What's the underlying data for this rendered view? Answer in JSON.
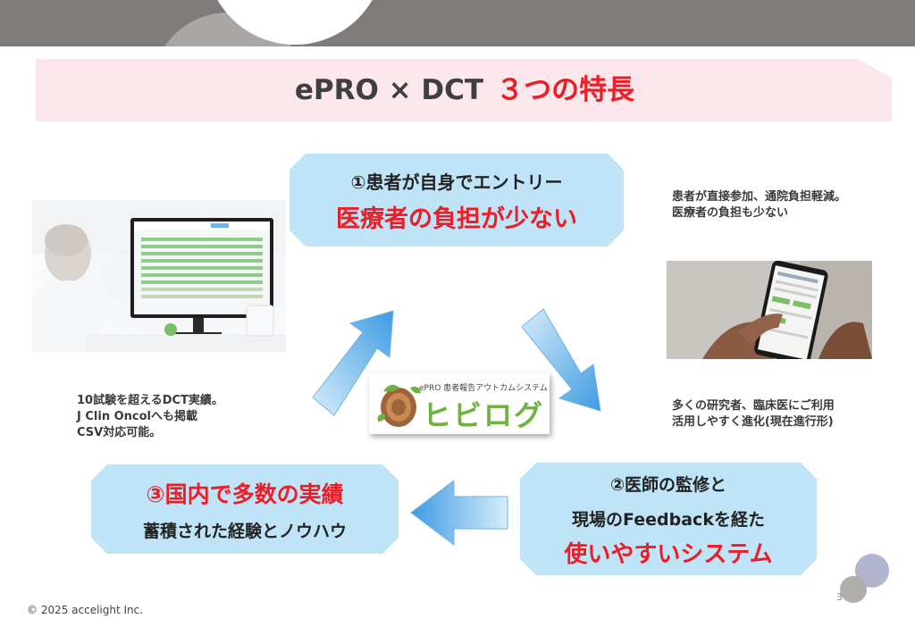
{
  "title": {
    "main": "ePRO × DCT",
    "accent": "３つの特長"
  },
  "feature1": {
    "line1": "①患者が自身でエントリー",
    "line2": "医療者の負担が少ない"
  },
  "feature2": {
    "line1": "②医師の監修と",
    "line2": "現場のFeedbackを経た",
    "line3": "使いやすいシステム"
  },
  "feature3": {
    "line1": "③国内で多数の実績",
    "line2": "蓄積された経験とノウハウ"
  },
  "notes": {
    "top_right": [
      "患者が直接参加、通院負担軽減。",
      "医療者の負担も少ない"
    ],
    "bottom_right": [
      "多くの研究者、臨床医にご利用",
      "活用しやすく進化(現在進行形)"
    ],
    "left": [
      "10試験を超えるDCT実績。",
      "J Clin Oncolへも掲載",
      "CSV対応可能。"
    ]
  },
  "logo": {
    "subtitle": "ePRO 患者報告アウトカムシステム",
    "name": "ヒビログ"
  },
  "footer": "© 2025 accelight Inc.",
  "page_number": "3",
  "colors": {
    "accent_red": "#ee1c25",
    "box_blue": "#bfe4f8",
    "arrow_blue": "#4fa8e8",
    "banner_pink": "#fce8ec",
    "logo_green": "#6db33f"
  }
}
